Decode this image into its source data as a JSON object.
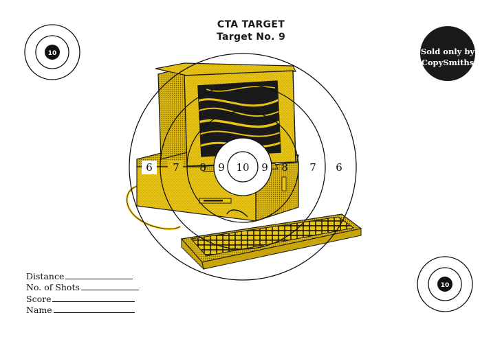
{
  "header": {
    "title": "CTA TARGET",
    "subtitle": "Target No. 9"
  },
  "badge": {
    "line1": "Sold only by",
    "line2": "CopySmiths",
    "color": "#1a1a1a"
  },
  "main_target": {
    "rings": [
      "6",
      "7",
      "8",
      "9",
      "10",
      "9",
      "8",
      "7",
      "6"
    ]
  },
  "corner_targets": [
    {
      "label": "10"
    },
    {
      "label": "10"
    }
  ],
  "form": {
    "fields": [
      "Distance",
      "No. of Shots",
      "Score",
      "Name"
    ]
  },
  "illustration": {
    "subject": "retro desktop computer with CRT monitor and keyboard",
    "accent_color": "#e8c414"
  }
}
